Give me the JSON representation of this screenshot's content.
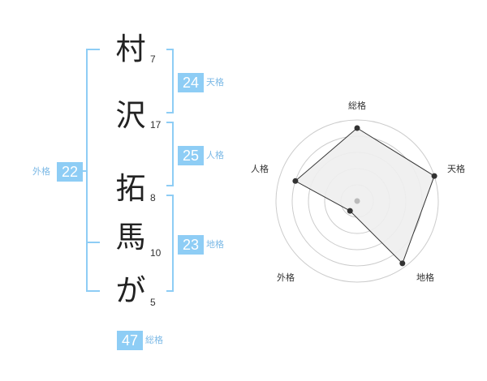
{
  "name": {
    "characters": [
      {
        "char": "村",
        "strokes": "7"
      },
      {
        "char": "沢",
        "strokes": "17"
      },
      {
        "char": "拓",
        "strokes": "8"
      },
      {
        "char": "馬",
        "strokes": "10"
      },
      {
        "char": "が",
        "strokes": "5"
      }
    ]
  },
  "fortunes": {
    "tenkaku": {
      "label": "天格",
      "value": "24"
    },
    "jinkaku": {
      "label": "人格",
      "value": "25"
    },
    "chikaku": {
      "label": "地格",
      "value": "23"
    },
    "gaikaku": {
      "label": "外格",
      "value": "22"
    },
    "soukaku": {
      "label": "総格",
      "value": "47"
    }
  },
  "chart_data": {
    "type": "radar",
    "axes": [
      "総格",
      "天格",
      "地格",
      "外格",
      "人格"
    ],
    "values": [
      0.9,
      1.0,
      0.95,
      0.15,
      0.8
    ],
    "rings": 5,
    "colors": {
      "fill": "#eeeeee",
      "stroke": "#333333",
      "grid": "#cccccc",
      "center": "#bbbbbb"
    }
  }
}
